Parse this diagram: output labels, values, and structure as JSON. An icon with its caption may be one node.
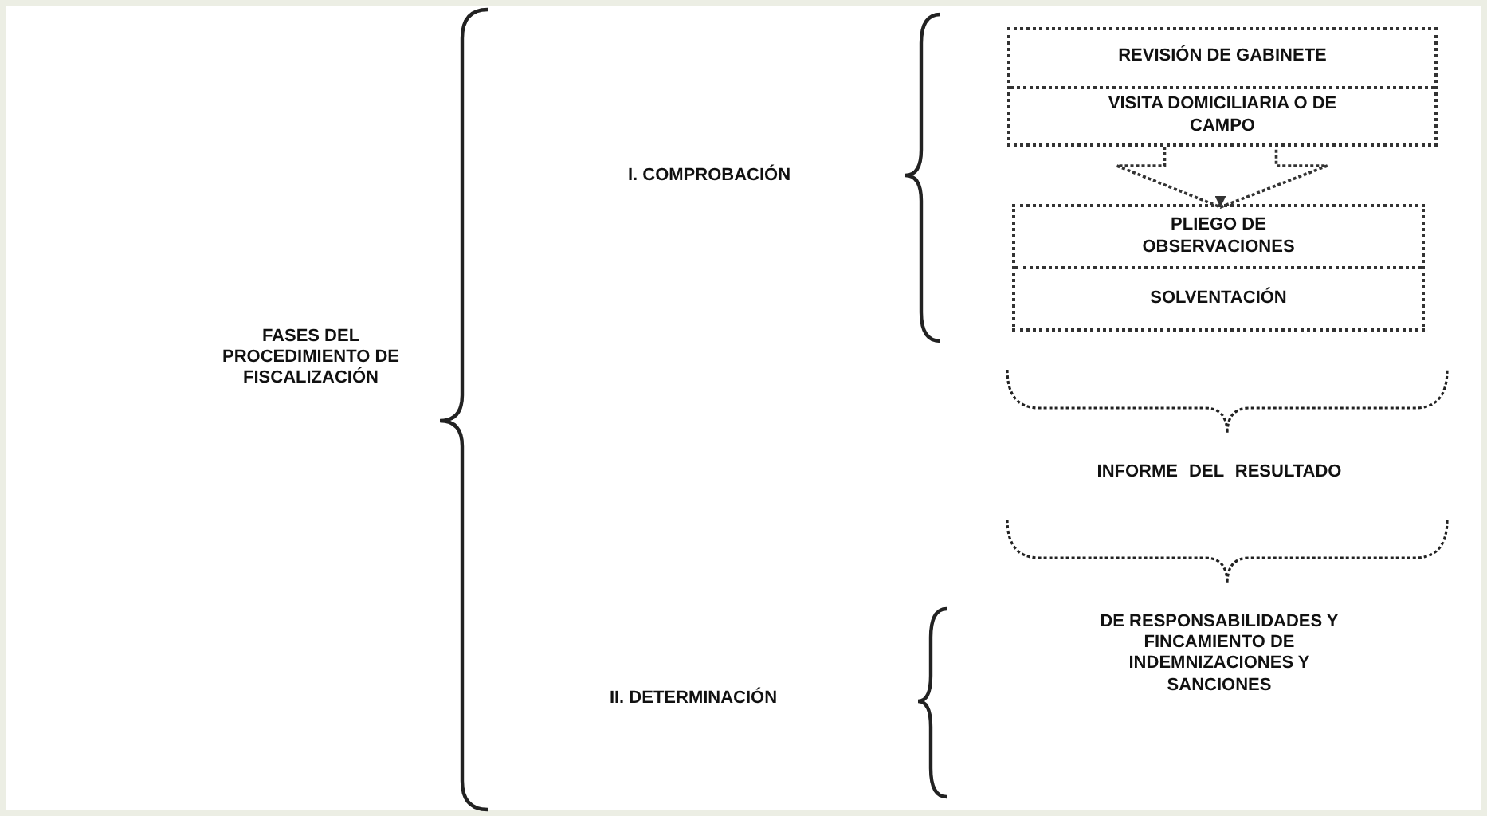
{
  "diagram": {
    "nodes": [
      {
        "text": [
          "REVISIÓN DE GABINETE",
          "VISITA DOMICILIARIA O DE CAMPO"
        ]
      },
      {
        "text": [
          "PLIEGO DE OBSERVACIONES",
          "SOLVENTACIÓN"
        ]
      }
    ],
    "edges": [
      {
        "from": 0,
        "to": 1,
        "arrow": "to",
        "style": "dashed"
      }
    ],
    "labels": [
      "FASES DEL PROCEDIMIENTO DE FISCALIZACIÓN",
      "I. COMPROBACIÓN",
      "INFORME DEL RESULTADO",
      "II. DETERMINACIÓN",
      "DE RESPONSABILIDADES Y FINCAMIENTO DE INDEMNIZACIONES Y SANCIONES"
    ]
  }
}
